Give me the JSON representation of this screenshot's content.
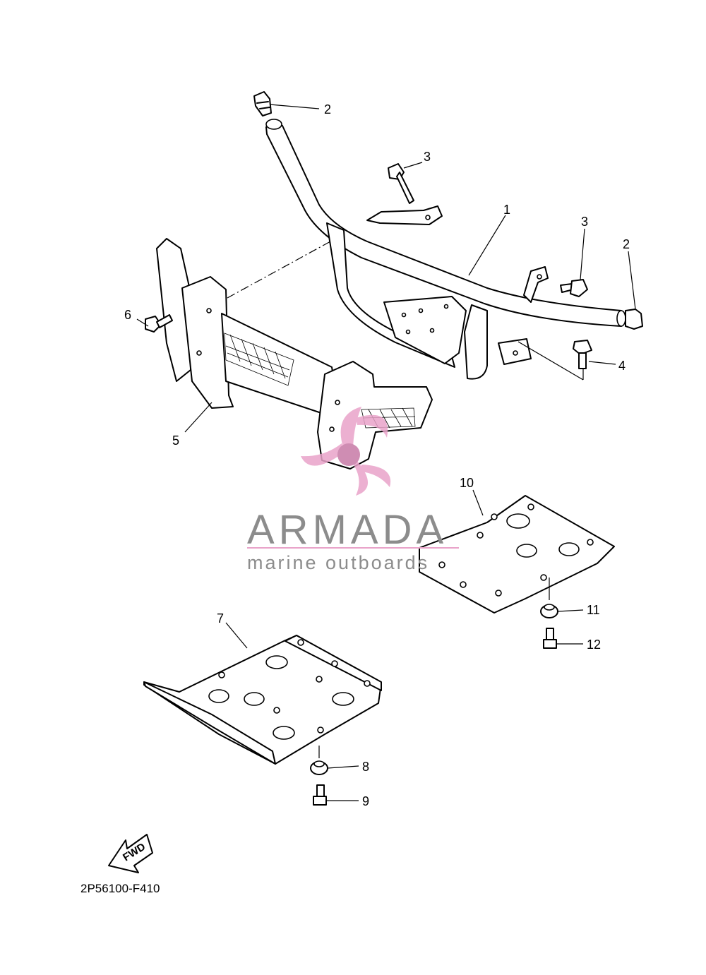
{
  "diagram": {
    "callouts": [
      {
        "id": "c1",
        "label": "1"
      },
      {
        "id": "c2a",
        "label": "2"
      },
      {
        "id": "c2b",
        "label": "2"
      },
      {
        "id": "c3a",
        "label": "3"
      },
      {
        "id": "c3b",
        "label": "3"
      },
      {
        "id": "c4",
        "label": "4"
      },
      {
        "id": "c5",
        "label": "5"
      },
      {
        "id": "c6",
        "label": "6"
      },
      {
        "id": "c7",
        "label": "7"
      },
      {
        "id": "c8",
        "label": "8"
      },
      {
        "id": "c9",
        "label": "9"
      },
      {
        "id": "c10",
        "label": "10"
      },
      {
        "id": "c11",
        "label": "11"
      },
      {
        "id": "c12",
        "label": "12"
      }
    ],
    "drawing_code": "2P56100-F410",
    "direction_marker": "FWD"
  },
  "watermark": {
    "title": "ARMADA",
    "subtitle": "marine outboards",
    "colors": {
      "text": "#8c8c8c",
      "accent": "#e9a3c9",
      "accent_dark": "#c77aa6"
    }
  }
}
